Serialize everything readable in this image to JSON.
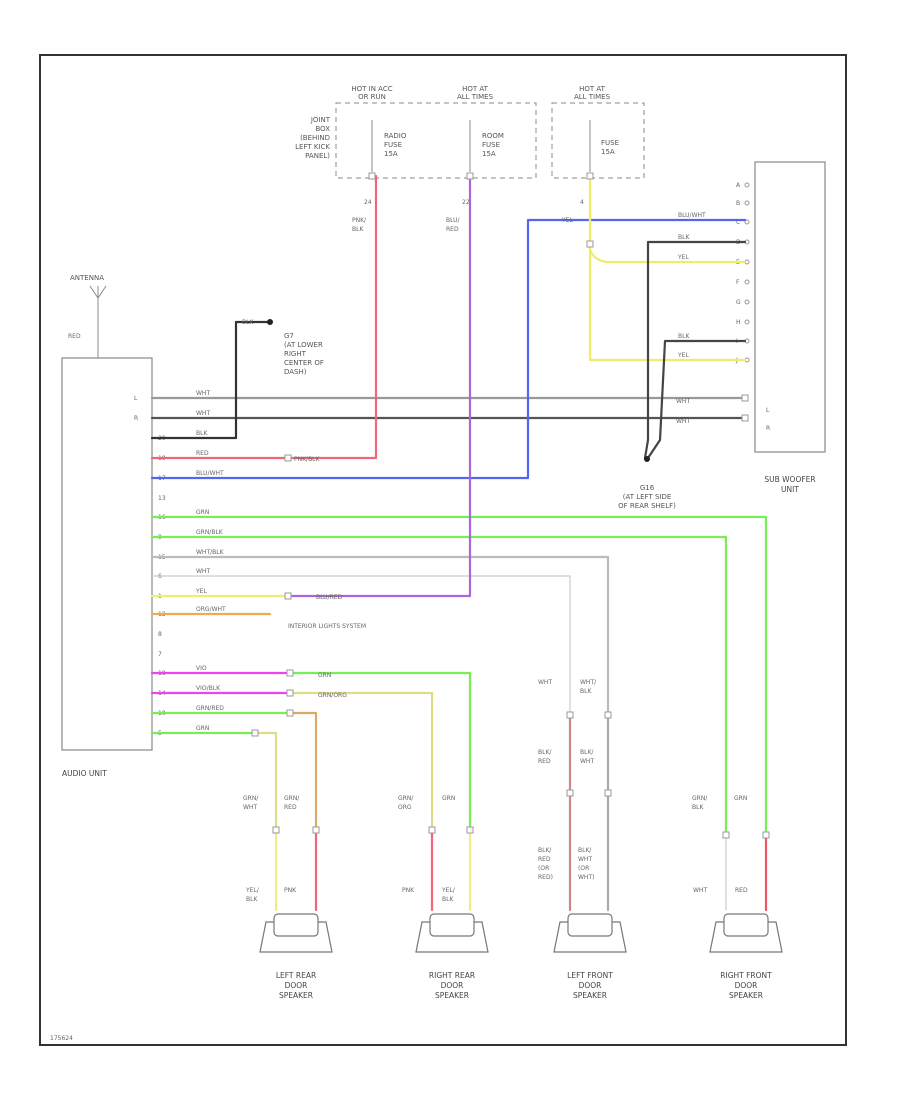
{
  "fuse_boxes": [
    {
      "header": "HOT IN ACC\nOR RUN",
      "fuse": "RADIO\nFUSE\n15A",
      "pin": "24"
    },
    {
      "header": "HOT AT\nALL TIMES",
      "fuse": "ROOM\nFUSE\n15A",
      "pin": "22"
    },
    {
      "header": "HOT AT\nALL TIMES",
      "fuse": "FUSE\n15A",
      "pin": "4"
    }
  ],
  "joint_box_label": "JOINT\nBOX\n(BEHIND\nLEFT KICK\nPANEL)",
  "fuse_wire_colors": [
    "PNK/\nBLK",
    "BLU/\nRED"
  ],
  "antenna_label": "ANTENNA",
  "antenna_wire": "RED",
  "ground_top": {
    "wire": "BLK",
    "label": "G7\n(AT LOWER\nRIGHT\nCENTER OF\nDASH)"
  },
  "ground_right": {
    "label": "G16\n(AT LEFT SIDE\nOF REAR SHELF)"
  },
  "audio_unit": {
    "label": "AUDIO UNIT",
    "pins": [
      "L",
      "R",
      "20",
      "19",
      "17",
      "13",
      "16",
      "9",
      "15",
      "6",
      "1",
      "12",
      "8",
      "7",
      "18",
      "14",
      "10",
      "5"
    ],
    "wires": [
      "WHT",
      "WHT",
      "BLK",
      "RED",
      "BLU/WHT",
      "",
      "GRN",
      "GRN/BLK",
      "WHT/BLK",
      "WHT",
      "YEL",
      "ORG/WHT",
      "",
      "",
      "VIO",
      "VIO/BLK",
      "GRN/RED",
      "GRN"
    ]
  },
  "mid_labels": {
    "pnk_blk": "PNK/BLK",
    "blu_red": "BLU/RED",
    "interior": "INTERIOR LIGHTS SYSTEM",
    "grn": "GRN",
    "grn_org": "GRN/ORG"
  },
  "subwoofer": {
    "label": "SUB WOOFER\nUNIT",
    "pins": [
      "A",
      "B",
      "C",
      "D",
      "E",
      "F",
      "G",
      "H",
      "I",
      "J"
    ],
    "wires": [
      "BLU/WHT",
      "BLK",
      "YEL",
      "BLK",
      "YEL"
    ],
    "in_wires": [
      "WHT",
      "WHT"
    ],
    "in_pins": [
      "L",
      "R"
    ],
    "yel_top": "YEL"
  },
  "speaker_wires": {
    "lr_top": [
      "GRN/\nWHT",
      "GRN/\nRED"
    ],
    "lr_bot": [
      "YEL/\nBLK",
      "PNK"
    ],
    "rr_top": [
      "GRN/\nORG",
      "GRN"
    ],
    "rr_bot": [
      "PNK",
      "YEL/\nBLK"
    ],
    "lf_top": [
      "WHT",
      "WHT/\nBLK"
    ],
    "lf_mid": [
      "BLK/\nRED",
      "BLK/\nWHT"
    ],
    "lf_bot": [
      "BLK/\nRED\n(OR\nRED)",
      "BLK/\nWHT\n(OR\nWHT)"
    ],
    "rf_top": [
      "GRN/\nBLK",
      "GRN"
    ],
    "rf_bot": [
      "WHT",
      "RED"
    ]
  },
  "speakers": [
    "LEFT REAR\nDOOR\nSPEAKER",
    "RIGHT REAR\nDOOR\nSPEAKER",
    "LEFT FRONT\nDOOR\nSPEAKER",
    "RIGHT FRONT\nDOOR\nSPEAKER"
  ],
  "diagram_code": "175624"
}
